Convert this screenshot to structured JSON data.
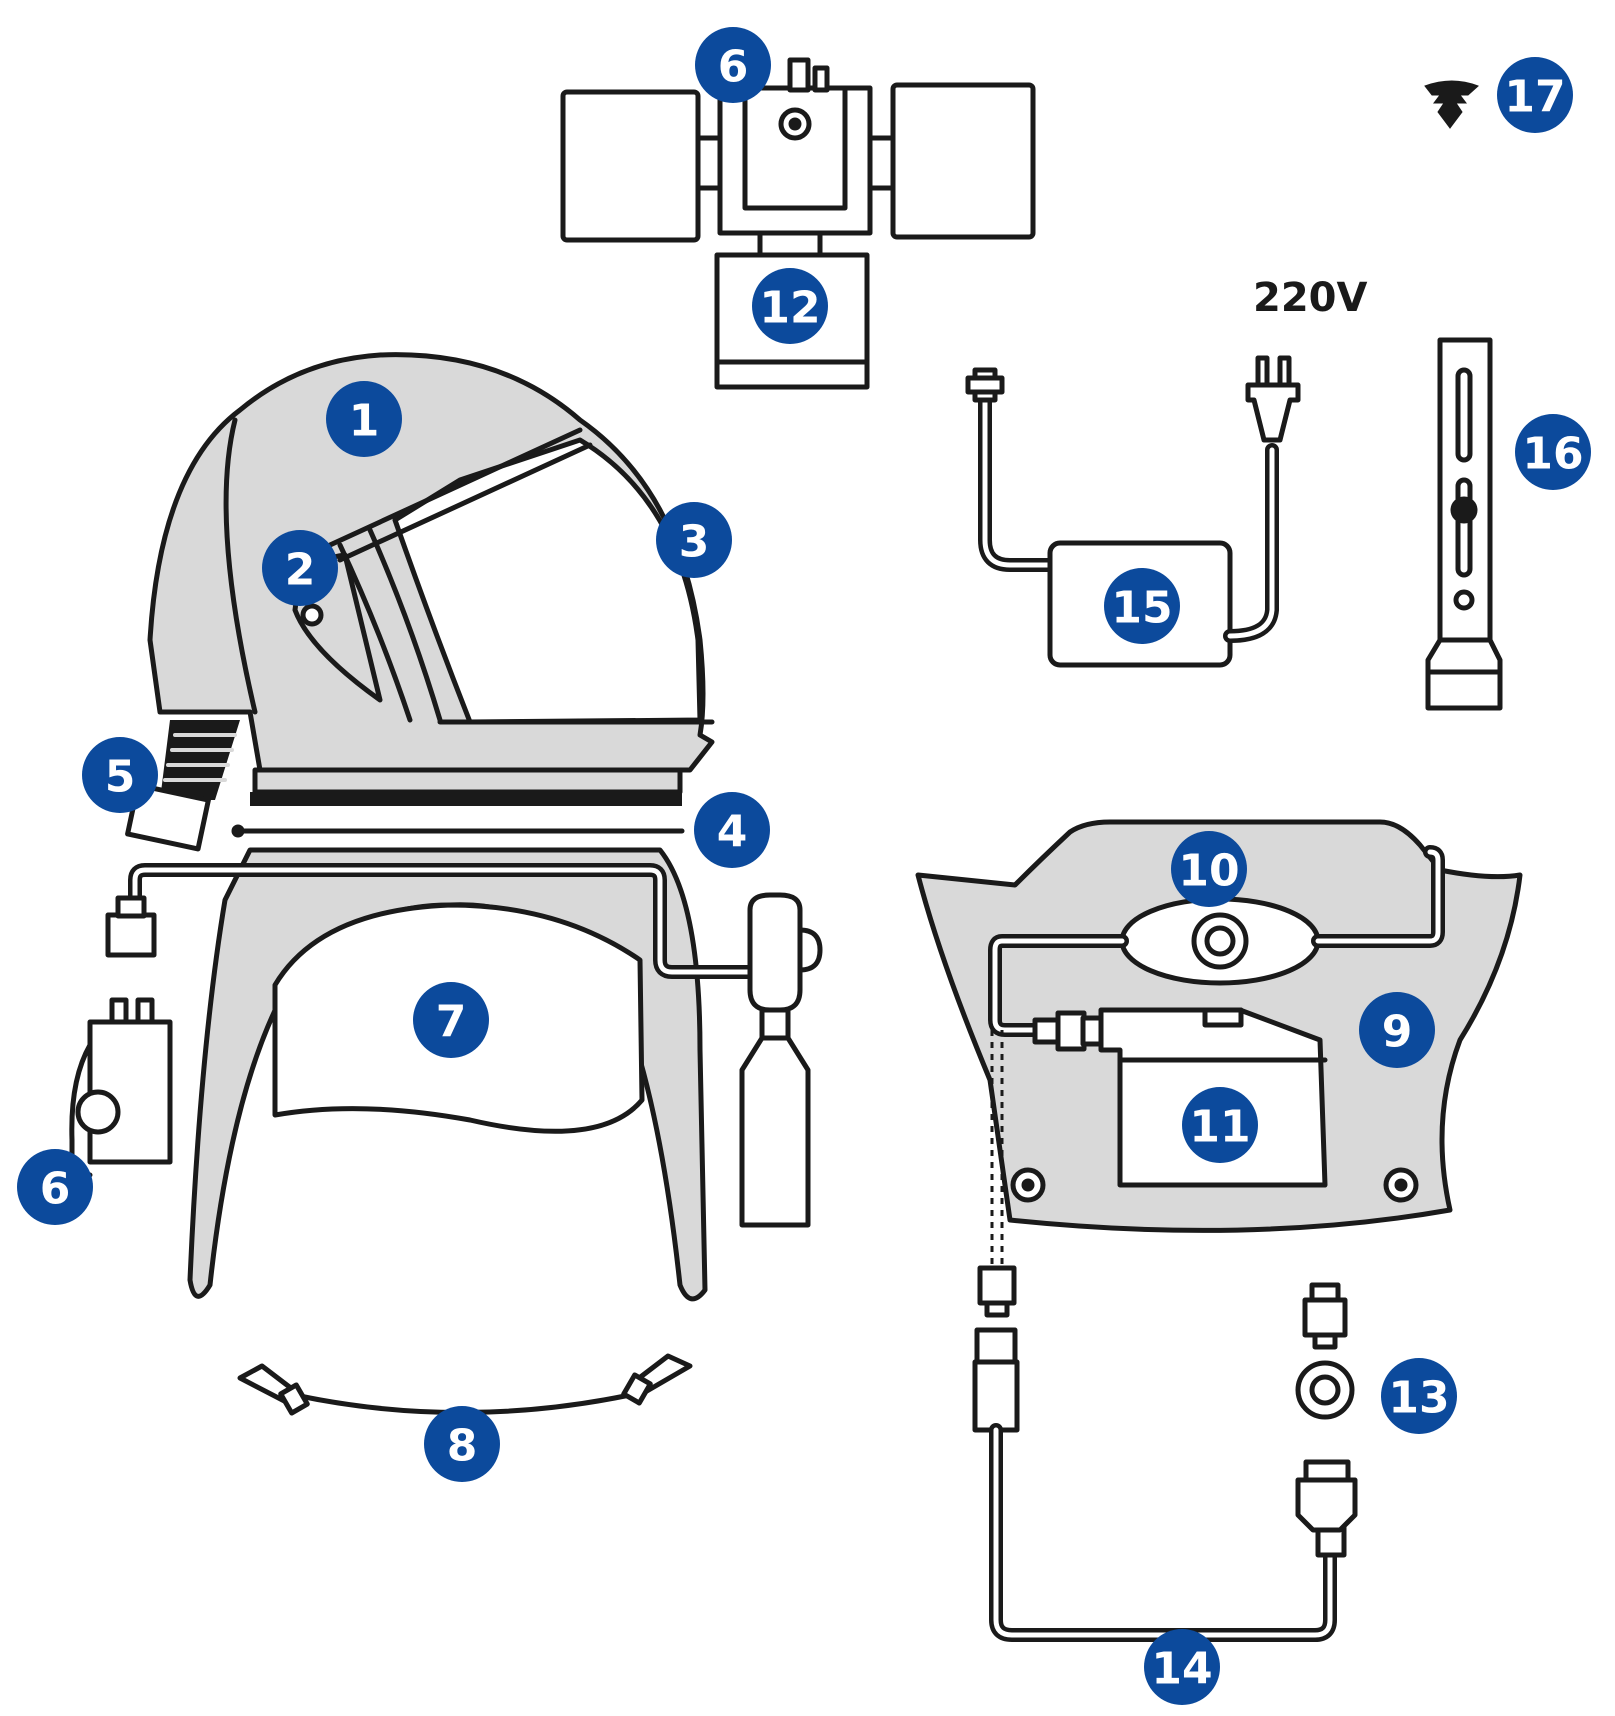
{
  "voltage_label": "220V",
  "badge_color": "#0c4a9c",
  "callouts": [
    "1",
    "2",
    "3",
    "4",
    "5",
    "6",
    "6",
    "7",
    "8",
    "9",
    "10",
    "11",
    "12",
    "13",
    "14",
    "15",
    "16",
    "17"
  ]
}
